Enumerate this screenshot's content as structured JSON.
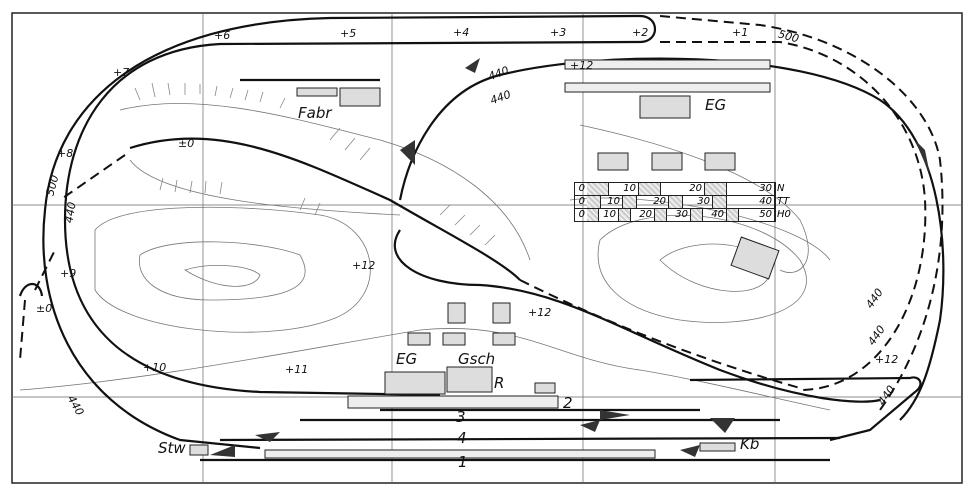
{
  "elevations": [
    "+1",
    "+2",
    "+3",
    "+4",
    "+5",
    "+6",
    "+7",
    "+8",
    "+9",
    "+10",
    "+11",
    "+12",
    "+12",
    "+12",
    "+12",
    "±0",
    "±0"
  ],
  "radii": [
    "500",
    "440",
    "500",
    "440",
    "440",
    "440",
    "440",
    "440",
    "440"
  ],
  "buildings": {
    "factory": "Fabr",
    "station_building_top": "EG",
    "station_building": "EG",
    "goods_shed": "Gsch",
    "ramp": "R",
    "signal_box": "Stw",
    "coal_bunker": "Kb"
  },
  "tracks": [
    "1",
    "2",
    "3",
    "4"
  ],
  "scale": {
    "rows": [
      {
        "gauge": "N",
        "ticks": [
          "0",
          "10",
          "20",
          "30"
        ]
      },
      {
        "gauge": "TT",
        "ticks": [
          "0",
          "10",
          "20",
          "30",
          "40"
        ]
      },
      {
        "gauge": "H0",
        "ticks": [
          "0",
          "10",
          "20",
          "30",
          "40",
          "50"
        ]
      }
    ]
  }
}
